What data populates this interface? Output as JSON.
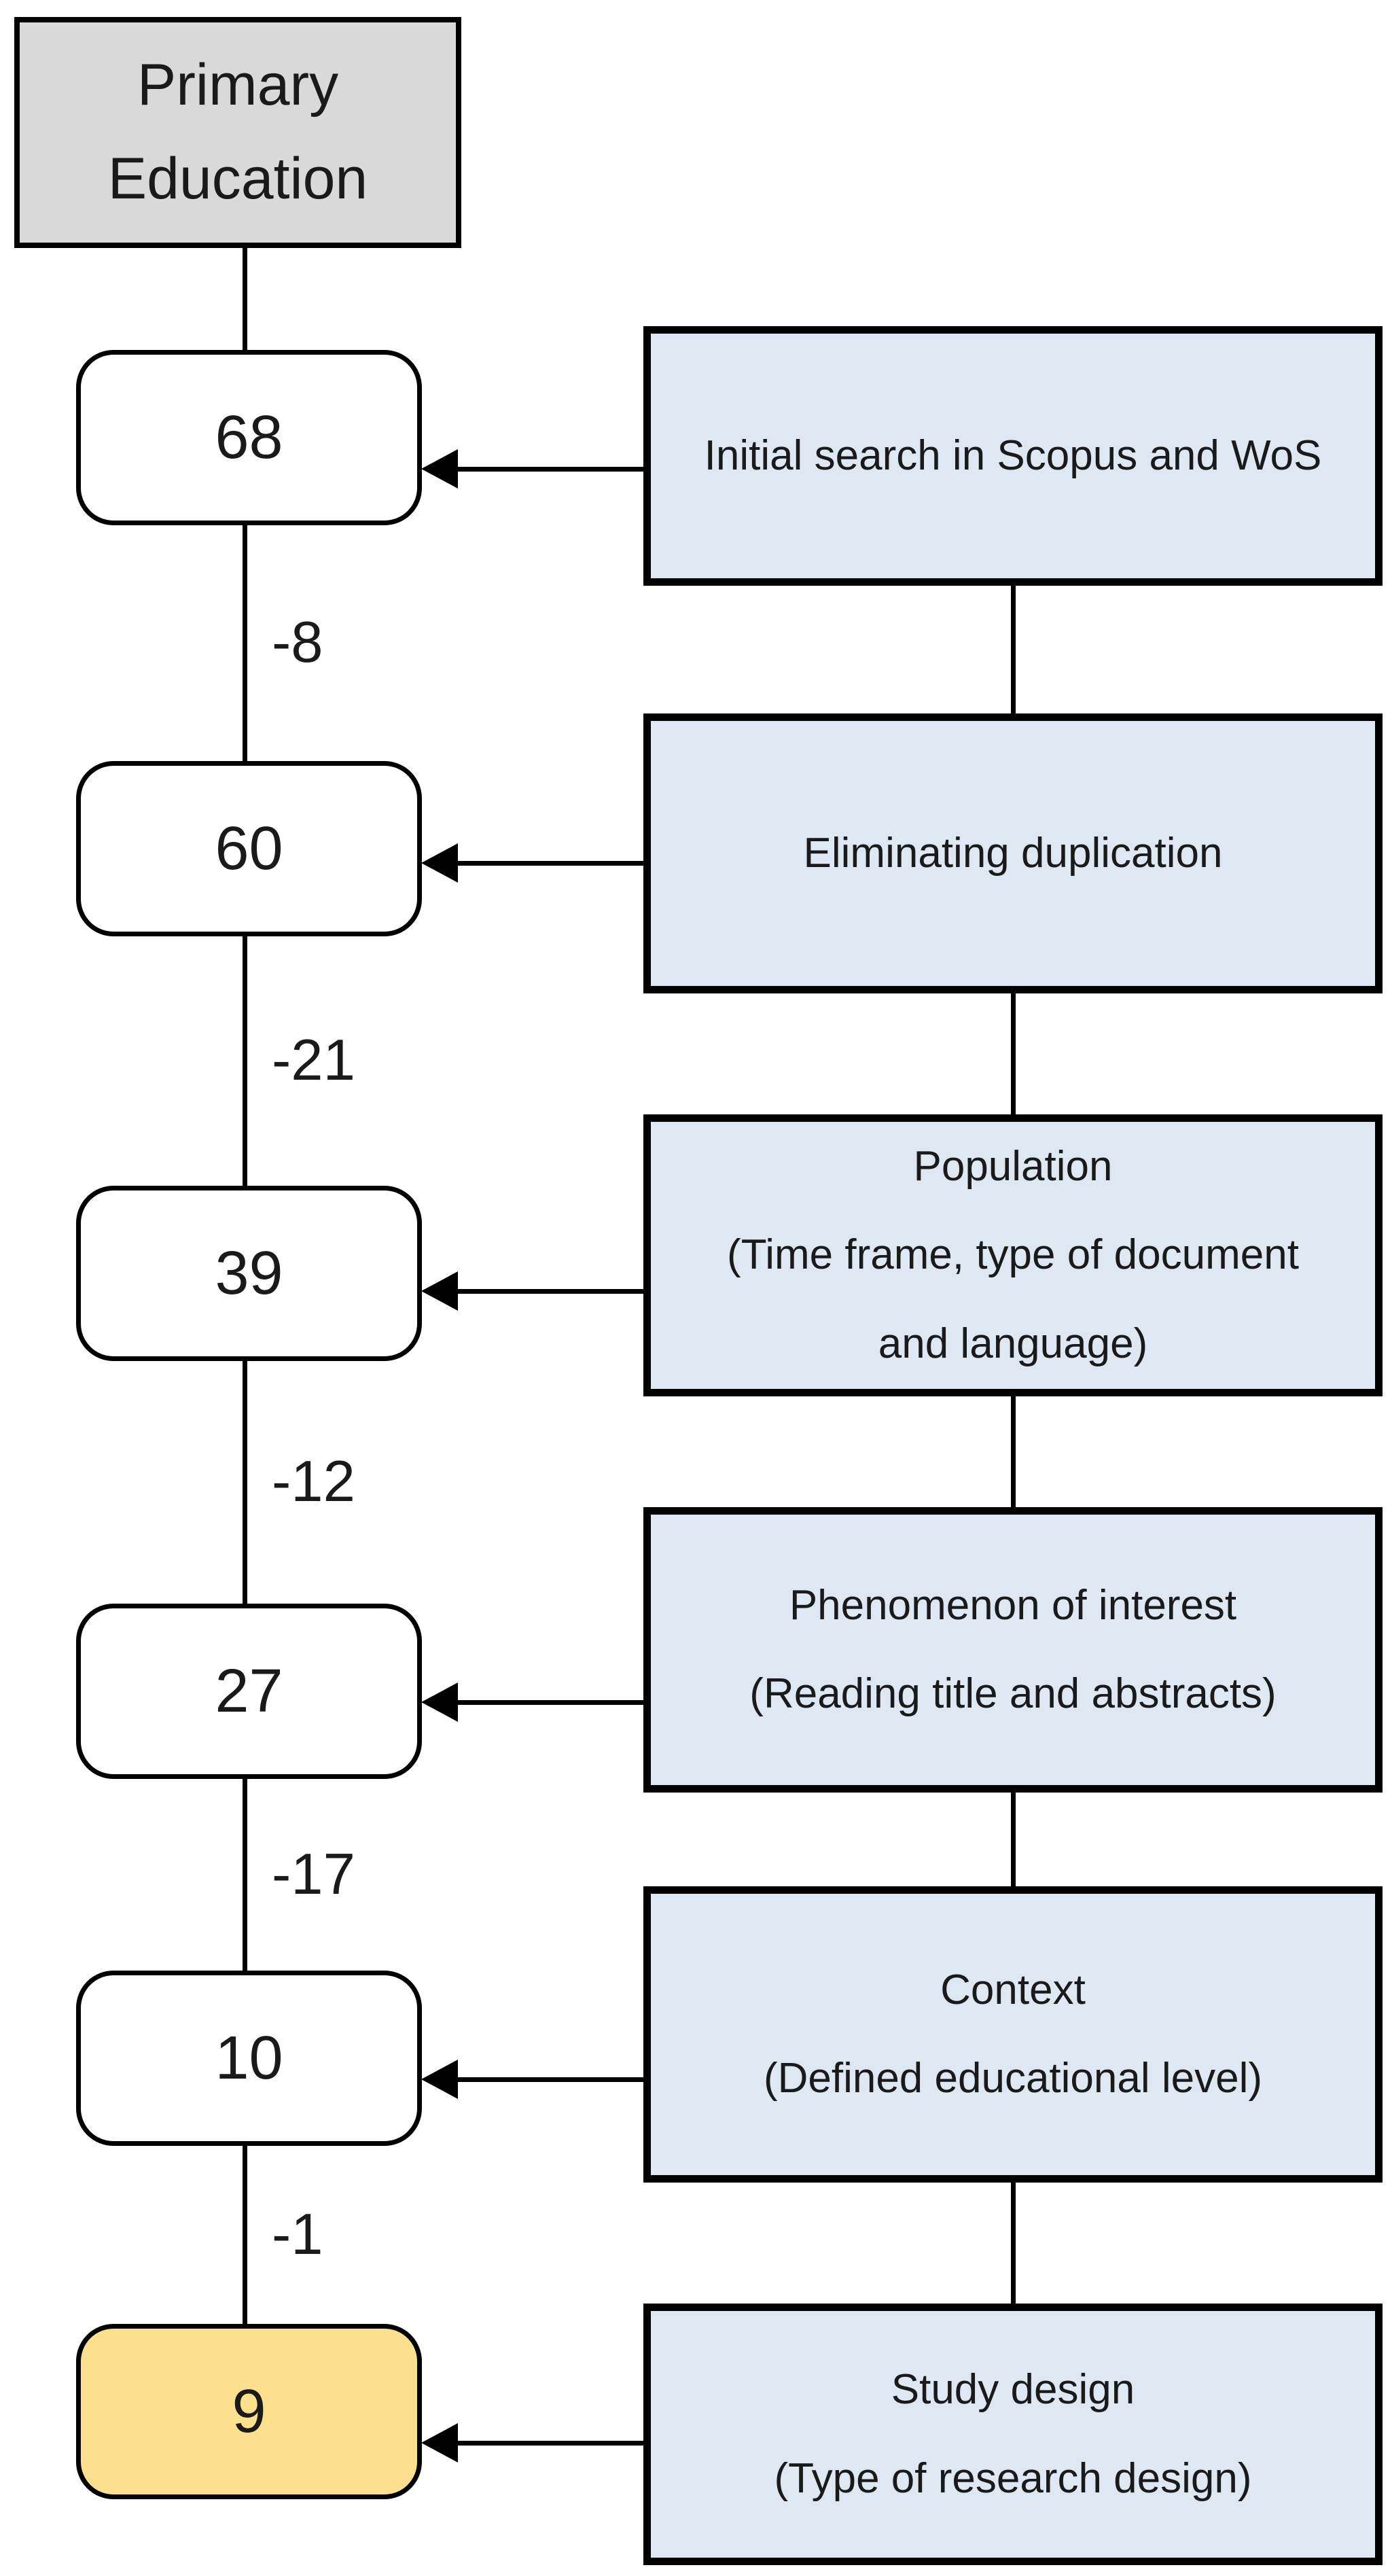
{
  "diagram": {
    "root": {
      "label": "Primary Education"
    },
    "stages": [
      {
        "count": "68",
        "criteria_title": "Initial search in Scopus and WoS",
        "criteria_detail": "",
        "removed_next": "-8"
      },
      {
        "count": "60",
        "criteria_title": "Eliminating duplication",
        "criteria_detail": "",
        "removed_next": "-21"
      },
      {
        "count": "39",
        "criteria_title": "Population",
        "criteria_detail": "(Time frame, type of document and language)",
        "removed_next": "-12"
      },
      {
        "count": "27",
        "criteria_title": "Phenomenon of interest",
        "criteria_detail": "(Reading title and abstracts)",
        "removed_next": "-17"
      },
      {
        "count": "10",
        "criteria_title": "Context",
        "criteria_detail": "(Defined educational level)",
        "removed_next": "-1"
      },
      {
        "count": "9",
        "criteria_title": "Study design",
        "criteria_detail": "(Type of research design)",
        "removed_next": ""
      }
    ],
    "colors": {
      "root_fill": "#D9D9D9",
      "criteria_fill": "#DEE8F3",
      "final_node_fill": "#FCE08D",
      "node_fill": "#FFFFFF",
      "line": "#000000"
    }
  }
}
